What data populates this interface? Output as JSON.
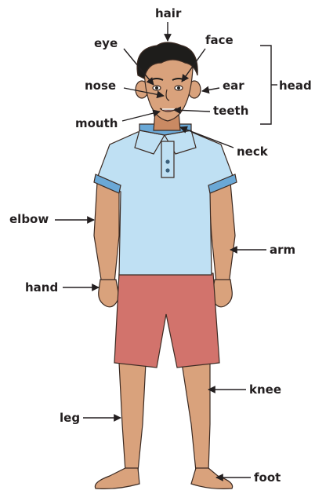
{
  "labels": {
    "hair": "hair",
    "eye": "eye",
    "face": "face",
    "nose": "nose",
    "ear": "ear",
    "head": "head",
    "teeth": "teeth",
    "mouth": "mouth",
    "neck": "neck",
    "elbow": "elbow",
    "arm": "arm",
    "hand": "hand",
    "knee": "knee",
    "leg": "leg",
    "foot": "foot"
  },
  "colors": {
    "skin": "#d9a27c",
    "skin_shade": "#c98a63",
    "hair": "#1e1d1b",
    "shirt": "#bfe0f3",
    "shirt_trim": "#6aa8d6",
    "shorts": "#d2736c",
    "outline": "#3b2a22",
    "text": "#231f20"
  }
}
